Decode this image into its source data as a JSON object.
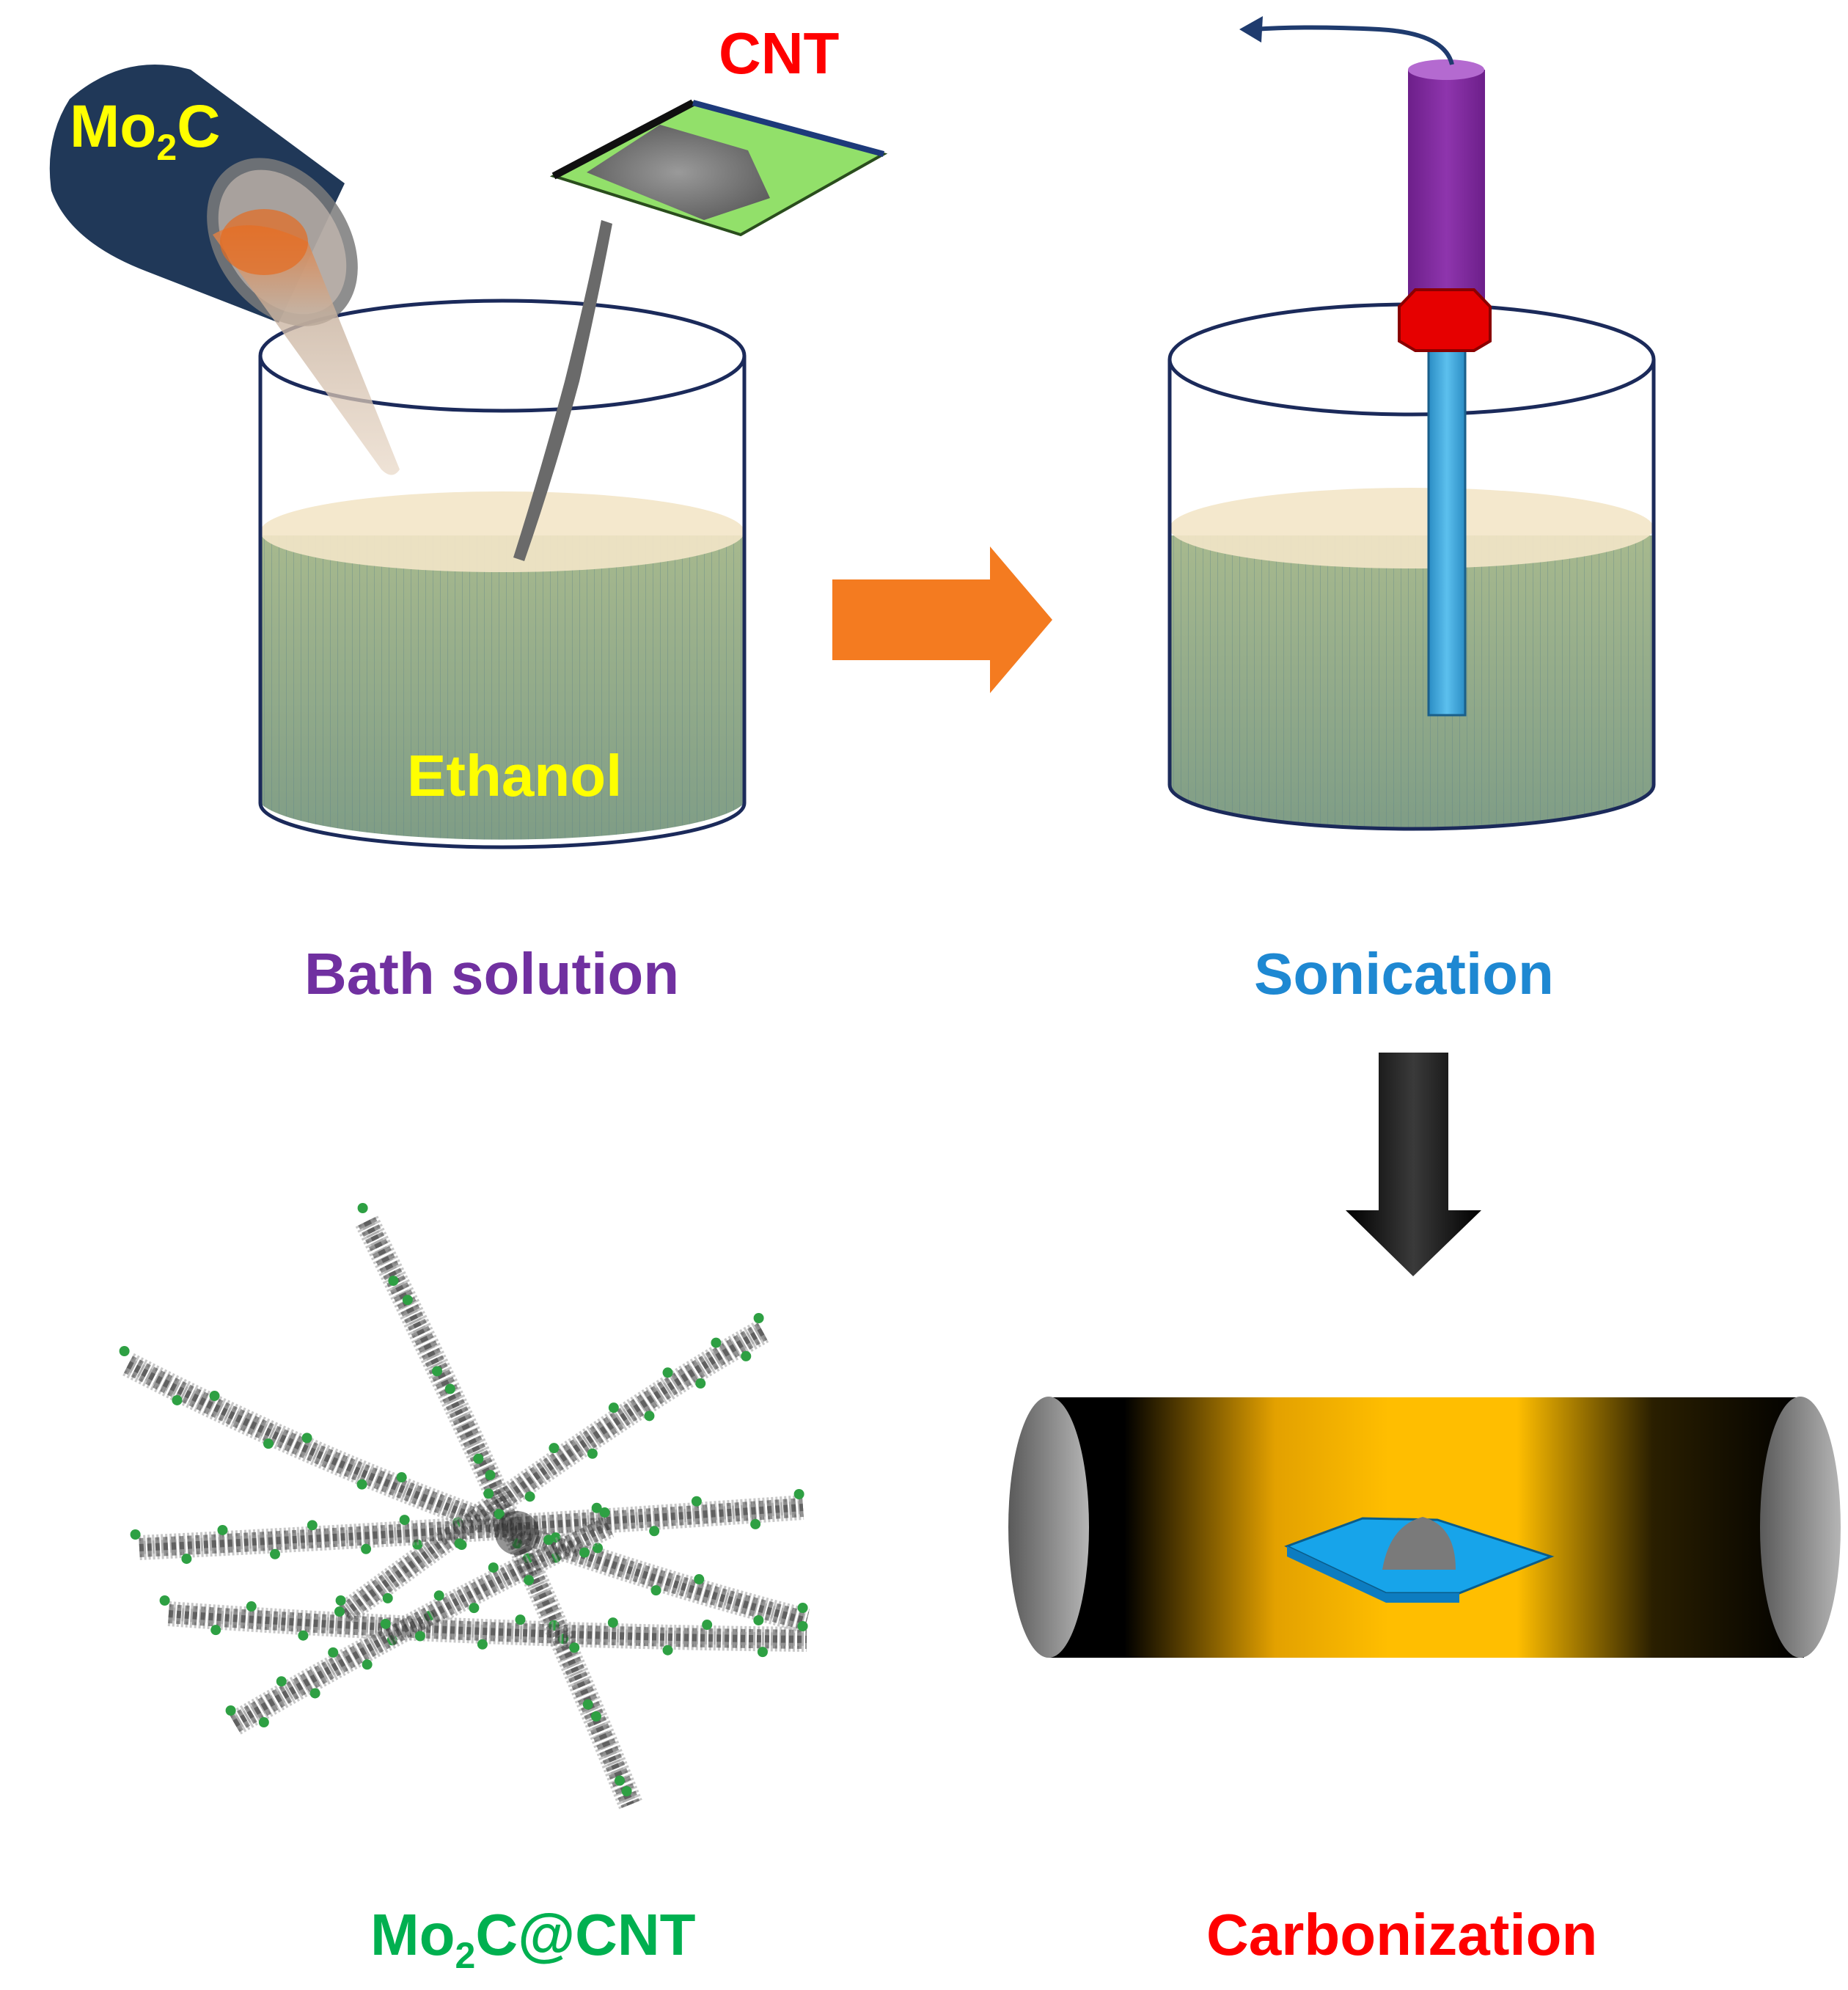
{
  "labels": {
    "mo2c_base": "Mo",
    "mo2c_sub": "2",
    "mo2c_tail": "C",
    "cnt": "CNT",
    "ethanol": "Ethanol",
    "bath_solution": "Bath solution",
    "sonication": "Sonication",
    "product_base": "Mo",
    "product_sub": "2",
    "product_tail": "C@CNT",
    "carbonization": "Carbonization"
  },
  "colors": {
    "mo2c_label": "#ffff00",
    "cnt_label": "#ff0000",
    "ethanol_label": "#ffff00",
    "bath_solution_label": "#7030a0",
    "sonication_label": "#1e88d2",
    "product_label": "#00b050",
    "carbonization_label": "#ff0000",
    "liquid": "#8fa885",
    "liquid_top": "#f5ead2",
    "probe_rod": "#8a2ca8",
    "probe_clamp": "#e60000",
    "probe_tip": "#3aa6dc",
    "process_arrow": "#f47b20",
    "down_arrow": "#000000",
    "furnace_hot": "#ffbe00",
    "boat": "#1ea0e6",
    "nanoparticle": "#2ea043"
  }
}
